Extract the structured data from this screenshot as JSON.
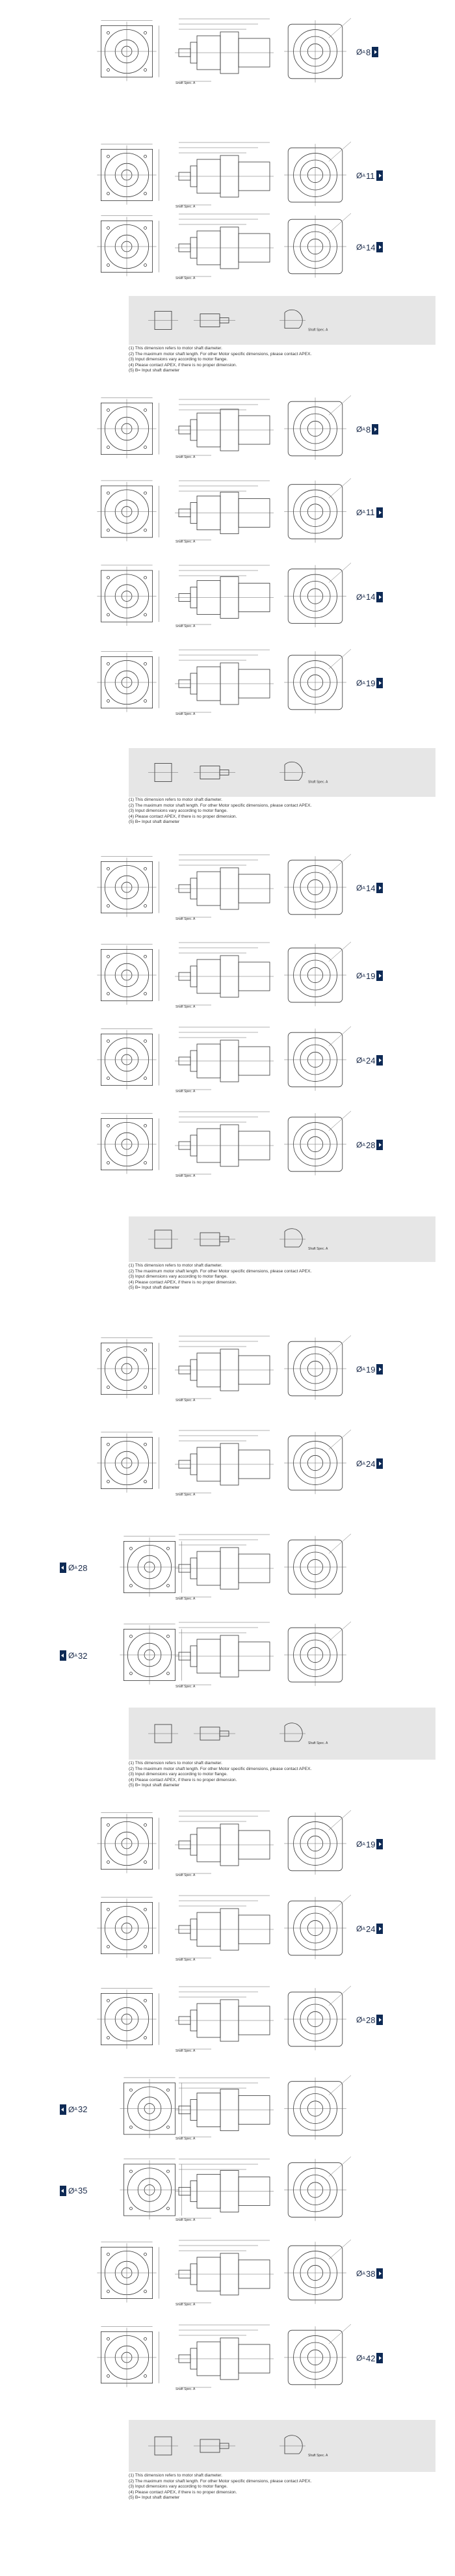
{
  "badge_prefix": "Ø",
  "badge_sup": "A",
  "rows": [
    {
      "badge": "8",
      "side": "right"
    },
    {
      "badge": "11",
      "side": "right"
    },
    {
      "badge": "14",
      "side": "right"
    },
    {
      "badge": "8",
      "side": "right"
    },
    {
      "badge": "11",
      "side": "right"
    },
    {
      "badge": "14",
      "side": "right"
    },
    {
      "badge": "19",
      "side": "right"
    },
    {
      "badge": "14",
      "side": "right"
    },
    {
      "badge": "19",
      "side": "right"
    },
    {
      "badge": "24",
      "side": "right"
    },
    {
      "badge": "28",
      "side": "right"
    },
    {
      "badge": "19",
      "side": "right"
    },
    {
      "badge": "24",
      "side": "right"
    },
    {
      "badge": "28",
      "side": "left"
    },
    {
      "badge": "32",
      "side": "left"
    },
    {
      "badge": "19",
      "side": "right"
    },
    {
      "badge": "24",
      "side": "right"
    },
    {
      "badge": "28",
      "side": "right"
    },
    {
      "badge": "32",
      "side": "left"
    },
    {
      "badge": "35",
      "side": "left"
    },
    {
      "badge": "38",
      "side": "right"
    },
    {
      "badge": "42",
      "side": "right"
    }
  ],
  "notes": [
    "(1) This dimension refers to motor shaft diameter.",
    "(2) The maximum motor shaft length. For other Motor specific dimensions, please contact APEX.",
    "(3) Input dimensions vary according to motor flange.",
    "(4) Please contact APEX, if there is no proper dimension.",
    "(5) B= Input shaft diameter"
  ],
  "detail_label": "Shaft Spec. A",
  "shaft_label": "Shaft Spec. A"
}
